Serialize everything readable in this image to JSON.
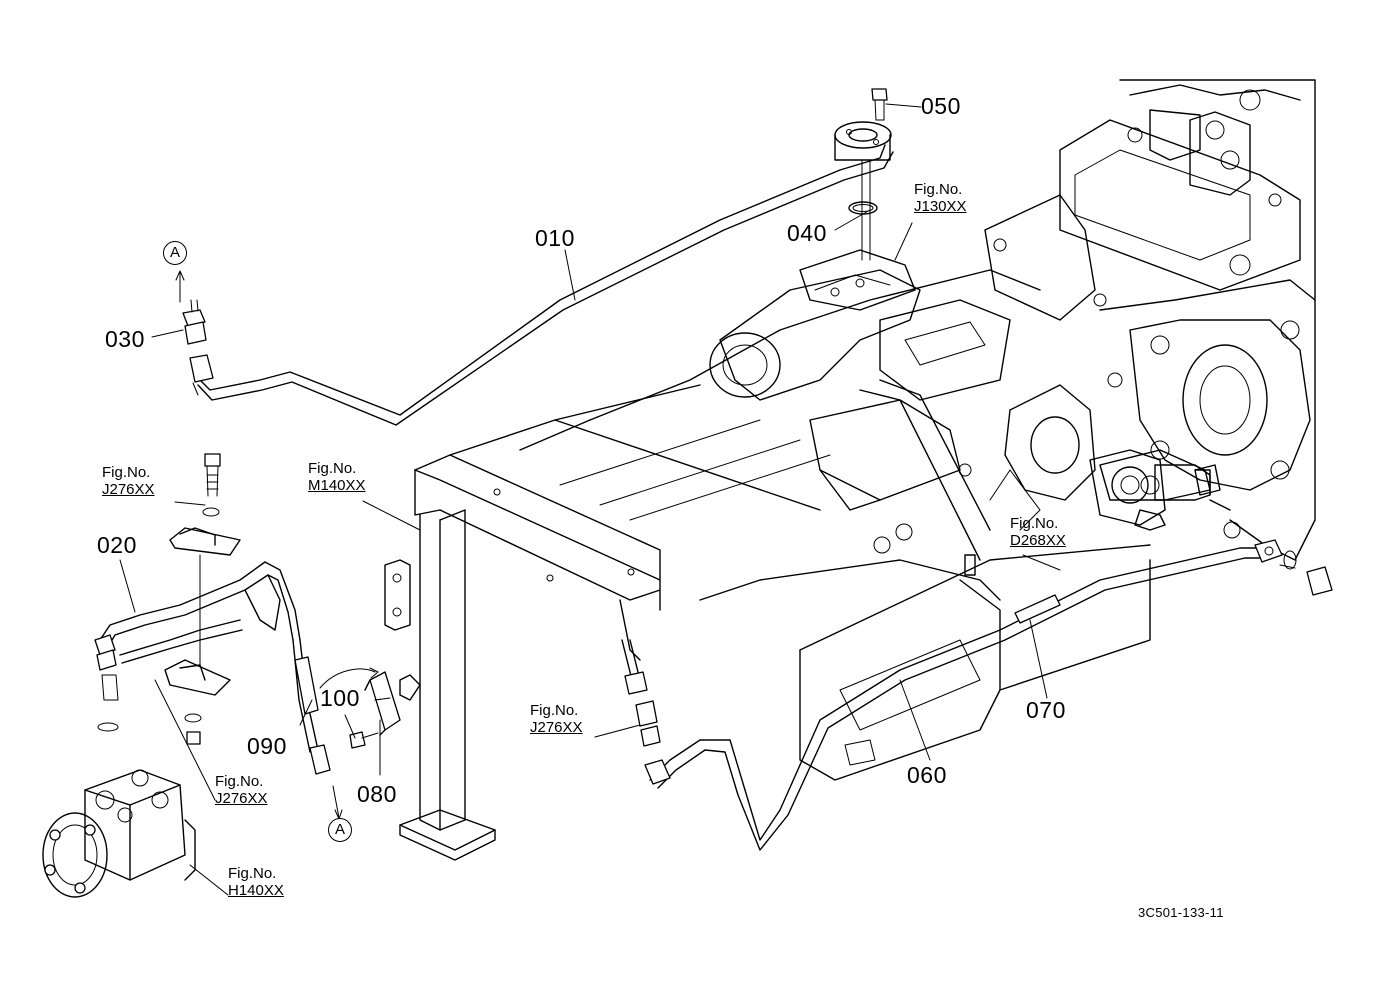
{
  "parts": [
    {
      "id": "p010",
      "label": "010"
    },
    {
      "id": "p020",
      "label": "020"
    },
    {
      "id": "p030",
      "label": "030"
    },
    {
      "id": "p040",
      "label": "040"
    },
    {
      "id": "p050",
      "label": "050"
    },
    {
      "id": "p060",
      "label": "060"
    },
    {
      "id": "p070",
      "label": "070"
    },
    {
      "id": "p080",
      "label": "080"
    },
    {
      "id": "p090",
      "label": "090"
    },
    {
      "id": "p100",
      "label": "100"
    }
  ],
  "fig_refs": [
    {
      "prefix": "Fig.No.",
      "code": "J130XX"
    },
    {
      "prefix": "Fig.No.",
      "code": "J276XX"
    },
    {
      "prefix": "Fig.No.",
      "code": "M140XX"
    },
    {
      "prefix": "Fig.No.",
      "code": "D268XX"
    },
    {
      "prefix": "Fig.No.",
      "code": "J276XX"
    },
    {
      "prefix": "Fig.No.",
      "code": "J276XX"
    },
    {
      "prefix": "Fig.No.",
      "code": "H140XX"
    }
  ],
  "connection_markers": [
    "A",
    "A"
  ],
  "document_id": "3C501-133-11"
}
